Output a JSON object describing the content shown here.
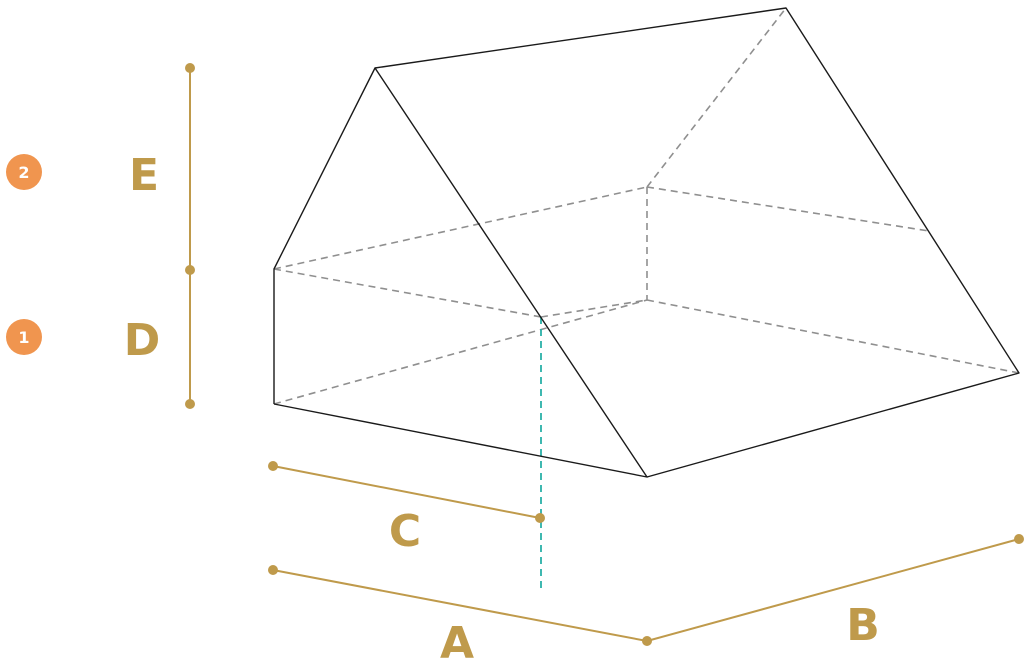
{
  "colors": {
    "outline": "#1a1a1a",
    "hidden_edge": "#8f8f8f",
    "dimension": "#bf9a4b",
    "center_line": "#2ab0a8",
    "badge": "#f0954f"
  },
  "dimensions": {
    "a": "A",
    "b": "B",
    "c": "C",
    "d": "D",
    "e": "E"
  },
  "badges": {
    "first": "1",
    "second": "2"
  }
}
